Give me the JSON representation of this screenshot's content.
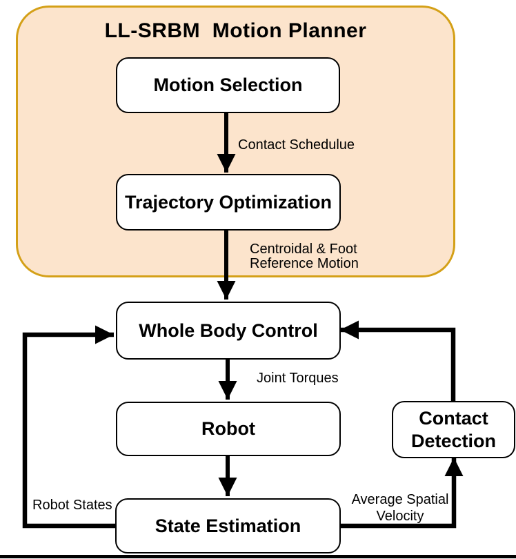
{
  "diagram": {
    "title": "LL-SRBM  Motion Planner",
    "colors": {
      "planner_fill": "#fce4cc",
      "planner_border": "#d4a017",
      "node_fill": "#ffffff",
      "line_color": "#000000"
    },
    "nodes": {
      "motion_selection": {
        "label": "Motion Selection"
      },
      "trajectory_optimization": {
        "label": "Trajectory Optimization"
      },
      "whole_body_control": {
        "label": "Whole Body Control"
      },
      "robot": {
        "label": "Robot"
      },
      "state_estimation": {
        "label": "State Estimation"
      },
      "contact_detection": {
        "label": "Contact\nDetection"
      }
    },
    "edge_labels": {
      "contact_schedule": "Contact Schedulue",
      "centroidal_reference": "Centroidal & Foot\nReference Motion",
      "joint_torques": "Joint Torques",
      "robot_states": "Robot States",
      "average_spatial_velocity": "Average Spatial\nVelocity"
    }
  }
}
